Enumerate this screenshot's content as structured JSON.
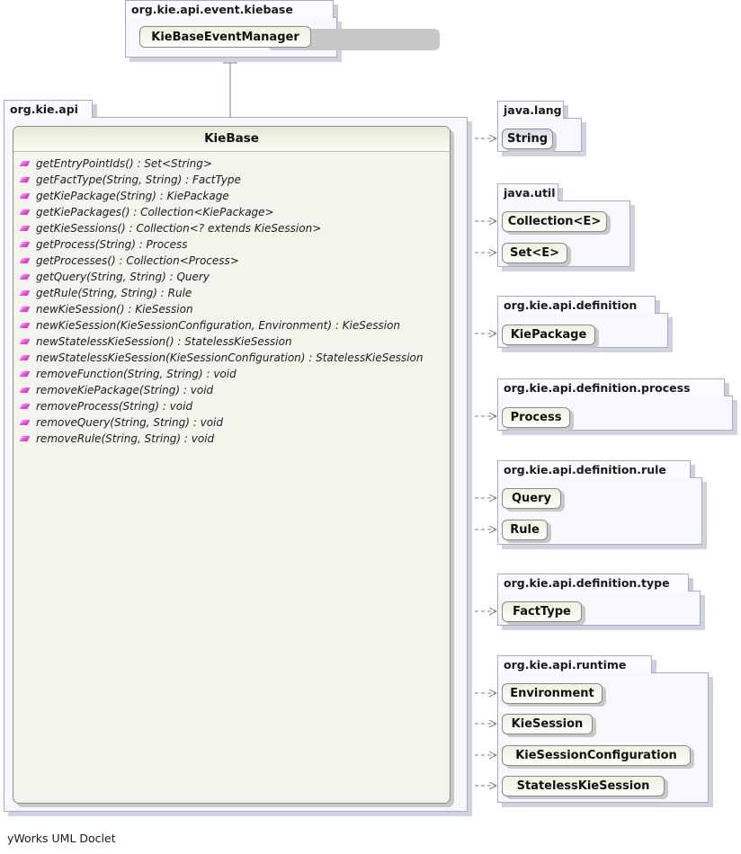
{
  "diagram": {
    "kind": "uml-class-diagram",
    "footer": "yWorks UML Doclet",
    "method_icon": "method-icon"
  },
  "packages": [
    {
      "id": "event-kiebase",
      "name": "org.kie.api.event.kiebase",
      "types": [
        {
          "name": "KieBaseEventManager",
          "kind": "interface"
        }
      ]
    },
    {
      "id": "kie-api",
      "name": "org.kie.api",
      "types": []
    },
    {
      "id": "java-lang",
      "name": "java.lang",
      "types": [
        {
          "name": "String",
          "kind": "class"
        }
      ]
    },
    {
      "id": "java-util",
      "name": "java.util",
      "types": [
        {
          "name": "Collection<E>",
          "kind": "interface"
        },
        {
          "name": "Set<E>",
          "kind": "interface"
        }
      ]
    },
    {
      "id": "definition",
      "name": "org.kie.api.definition",
      "types": [
        {
          "name": "KiePackage",
          "kind": "interface"
        }
      ]
    },
    {
      "id": "definition-process",
      "name": "org.kie.api.definition.process",
      "types": [
        {
          "name": "Process",
          "kind": "interface"
        }
      ]
    },
    {
      "id": "definition-rule",
      "name": "org.kie.api.definition.rule",
      "types": [
        {
          "name": "Query",
          "kind": "interface"
        },
        {
          "name": "Rule",
          "kind": "interface"
        }
      ]
    },
    {
      "id": "definition-type",
      "name": "org.kie.api.definition.type",
      "types": [
        {
          "name": "FactType",
          "kind": "interface"
        }
      ]
    },
    {
      "id": "runtime",
      "name": "org.kie.api.runtime",
      "types": [
        {
          "name": "Environment",
          "kind": "interface"
        },
        {
          "name": "KieSession",
          "kind": "interface"
        },
        {
          "name": "KieSessionConfiguration",
          "kind": "interface"
        },
        {
          "name": "StatelessKieSession",
          "kind": "interface"
        }
      ]
    }
  ],
  "main_class": {
    "name": "KieBase",
    "kind": "interface",
    "package": "org.kie.api",
    "methods": [
      "getEntryPointIds() : Set<String>",
      "getFactType(String, String) : FactType",
      "getKiePackage(String) : KiePackage",
      "getKiePackages() : Collection<KiePackage>",
      "getKieSessions() : Collection<? extends KieSession>",
      "getProcess(String) : Process",
      "getProcesses() : Collection<Process>",
      "getQuery(String, String) : Query",
      "getRule(String, String) : Rule",
      "newKieSession() : KieSession",
      "newKieSession(KieSessionConfiguration, Environment) : KieSession",
      "newStatelessKieSession() : StatelessKieSession",
      "newStatelessKieSession(KieSessionConfiguration) : StatelessKieSession",
      "removeFunction(String, String) : void",
      "removeKiePackage(String) : void",
      "removeProcess(String) : void",
      "removeQuery(String, String) : void",
      "removeRule(String, String) : void"
    ]
  },
  "relations": [
    {
      "type": "generalization",
      "from": "KieBase",
      "to": "KieBaseEventManager"
    },
    {
      "type": "dependency",
      "from": "KieBase",
      "to": "String"
    },
    {
      "type": "dependency",
      "from": "KieBase",
      "to": "Collection<E>"
    },
    {
      "type": "dependency",
      "from": "KieBase",
      "to": "Set<E>"
    },
    {
      "type": "dependency",
      "from": "KieBase",
      "to": "KiePackage"
    },
    {
      "type": "dependency",
      "from": "KieBase",
      "to": "Process"
    },
    {
      "type": "dependency",
      "from": "KieBase",
      "to": "Query"
    },
    {
      "type": "dependency",
      "from": "KieBase",
      "to": "Rule"
    },
    {
      "type": "dependency",
      "from": "KieBase",
      "to": "FactType"
    },
    {
      "type": "dependency",
      "from": "KieBase",
      "to": "Environment"
    },
    {
      "type": "dependency",
      "from": "KieBase",
      "to": "KieSession"
    },
    {
      "type": "dependency",
      "from": "KieBase",
      "to": "KieSessionConfiguration"
    },
    {
      "type": "dependency",
      "from": "KieBase",
      "to": "StatelessKieSession"
    }
  ],
  "colors": {
    "interface_fill": "#eef2e0",
    "class_fill": "#d8dde6",
    "package_fill": "#f7f7fd",
    "package_border": "#a6acc4",
    "type_border": "#8a8a8a",
    "method_icon": "#ee4fdd",
    "connector": "#808080"
  }
}
